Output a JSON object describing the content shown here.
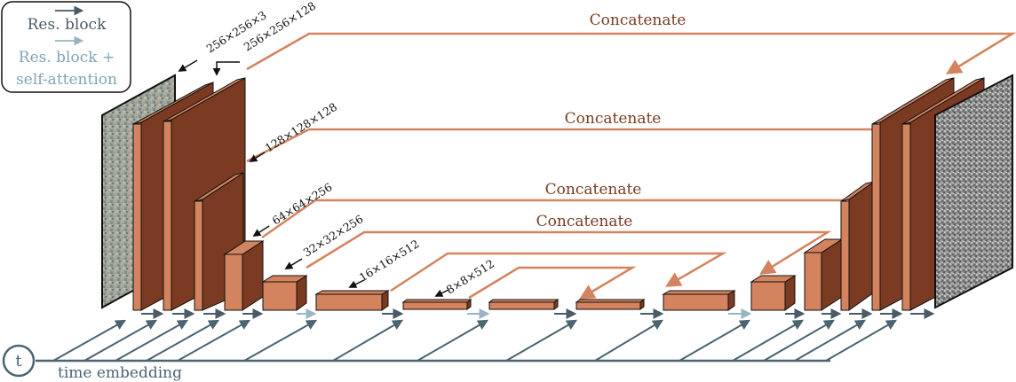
{
  "legend": {
    "res_block": "Res. block",
    "res_attention_line1": "Res. block +",
    "res_attention_line2": "self-attention"
  },
  "concat_labels": [
    "Concatenate",
    "Concatenate",
    "Concatenate",
    "Concatenate"
  ],
  "dimensions": {
    "d256x256x3": "256×256×3",
    "d256x256x128": "256×256×128",
    "d128": "128×128×128",
    "d64": "64×64×256",
    "d32": "32×32×256",
    "d16": "16×16×512",
    "d8": "8×8×512"
  },
  "time": {
    "symbol": "t",
    "label": "time embedding"
  },
  "colors": {
    "block_front": "#d4835f",
    "block_dark": "#7a3b22",
    "skip_line": "#d4835f",
    "timeline": "#4a6472",
    "arrow_dark": "#4a5a66",
    "arrow_light": "#9ab4c4",
    "concat_text": "#7a3b22"
  }
}
